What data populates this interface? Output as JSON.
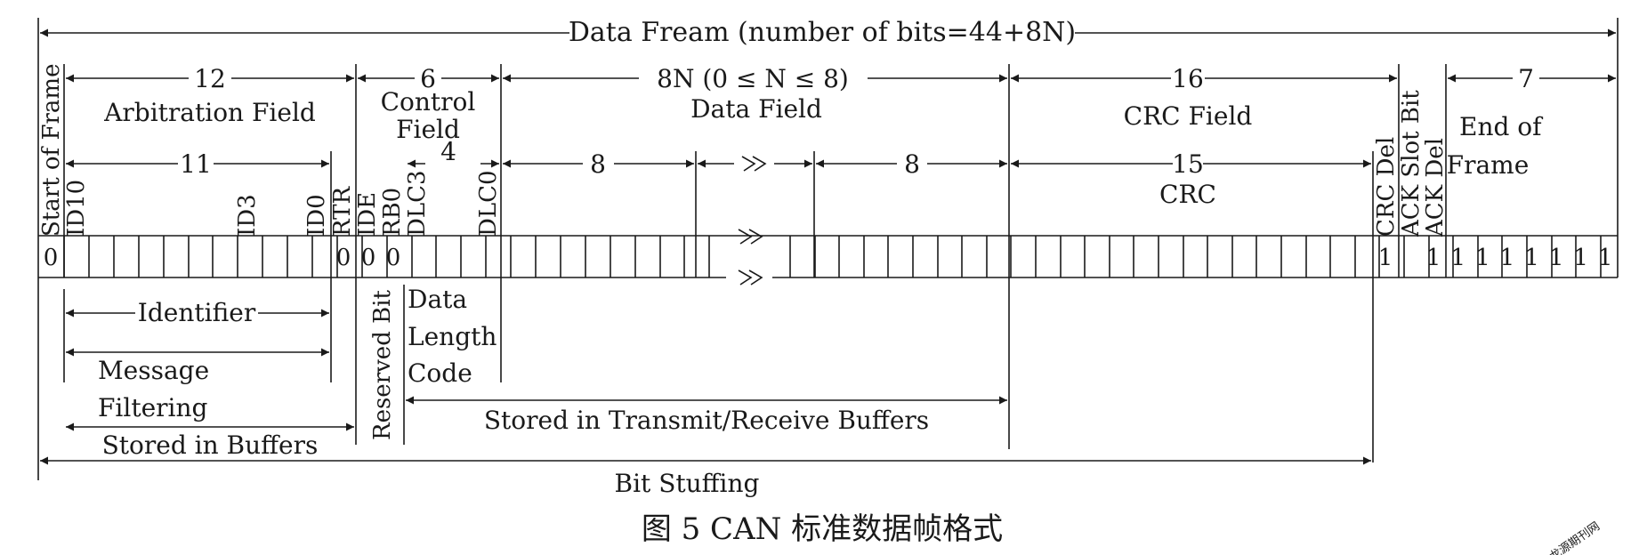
{
  "title": "Data Fream (number of bits=44+8N)",
  "caption": "图 5   CAN 标准数据帧格式",
  "watermark": "龙源期刊网",
  "top_fields": {
    "arbitration": {
      "count": "12",
      "name": "Arbitration Field"
    },
    "control": {
      "count": "6",
      "name_line1": "Control",
      "name_line2": "Field"
    },
    "data": {
      "count": "8N (0 ≤ N ≤ 8)",
      "name": "Data Field"
    },
    "crc": {
      "count": "16",
      "name": "CRC Field"
    },
    "eof": {
      "count": "7",
      "name_line1": "End of",
      "name_line2": "Frame"
    }
  },
  "sub_fields": {
    "id_count": "11",
    "dlc_count": "4",
    "data_first": "8",
    "data_last": "8",
    "crc_count": "15",
    "crc_name": "CRC"
  },
  "bit_labels": {
    "sof": "Start of Frame",
    "id10": "ID10",
    "id3": "ID3",
    "id0": "ID0",
    "rtr": "RTR",
    "ide": "IDE",
    "rb0": "RB0",
    "dlc3": "DLC3",
    "dlc0": "DLC0",
    "crc_del": "CRC Del",
    "ack_slot": "ACK Slot Bit",
    "ack_del": "ACK Del"
  },
  "bit_values": {
    "sof": "0",
    "rtr": "0",
    "ide": "0",
    "rb0": "0",
    "crc_del": "1",
    "ack_del": "1",
    "eof": [
      "1",
      "1",
      "1",
      "1",
      "1",
      "1",
      "1"
    ]
  },
  "bottom": {
    "identifier": "Identifier",
    "message_filtering_1": "Message",
    "message_filtering_2": "Filtering",
    "stored_in_buffers": "Stored in Buffers",
    "reserved_bit": "Reserved Bit",
    "dlc_line1": "Data",
    "dlc_line2": "Length",
    "dlc_line3": "Code",
    "stored_tx_rx": "Stored in Transmit/Receive Buffers",
    "bit_stuffing": "Bit Stuffing"
  }
}
